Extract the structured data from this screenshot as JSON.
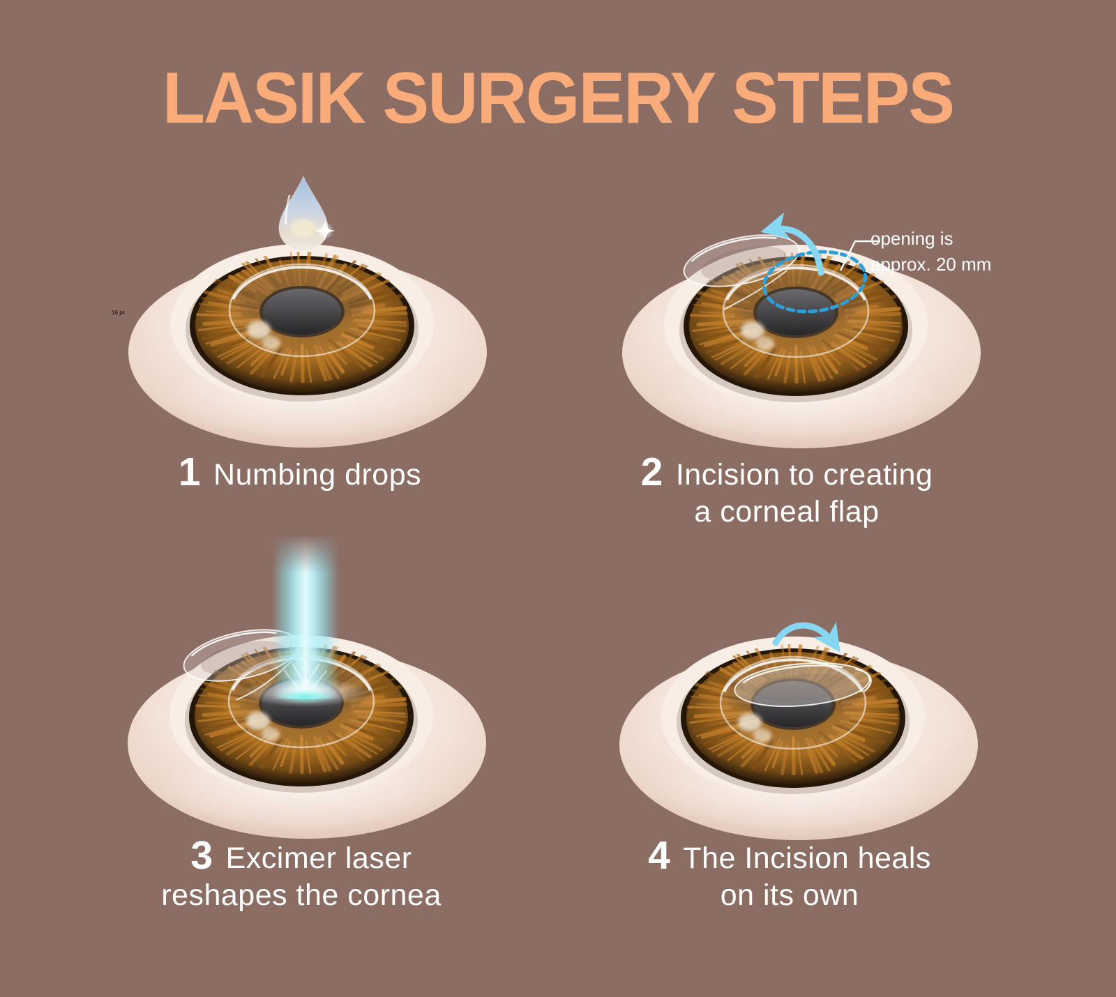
{
  "title": "LASIK SURGERY STEPS",
  "steps": [
    {
      "number": "1",
      "line1": "Numbing drops",
      "line2": ""
    },
    {
      "number": "2",
      "line1": "Incision to creating",
      "line2": "a corneal flap"
    },
    {
      "number": "3",
      "line1": "Excimer laser",
      "line2": "reshapes the cornea"
    },
    {
      "number": "4",
      "line1": "The Incision heals",
      "line2": "on its own"
    }
  ],
  "annotation": {
    "line1": "opening is",
    "line2": "approx. 20 mm"
  },
  "artifact_text": "16 pt",
  "colors": {
    "background": "#8b6d64",
    "title": "#f9ab79",
    "text": "#ffffff",
    "accent": "#87d7f3",
    "dotted": "#2f9fd6",
    "laser": "#aeeffa"
  },
  "icons": {
    "drop": "numbing-drop-icon (teardrop shape)",
    "flap": "corneal-flap (translucent ellipse)",
    "laser": "laser-beam (cyan vertical beam)",
    "arrows": "curved-arrow-icon (light blue)",
    "opening": "opening-dotted-ellipse (dashed blue)"
  }
}
